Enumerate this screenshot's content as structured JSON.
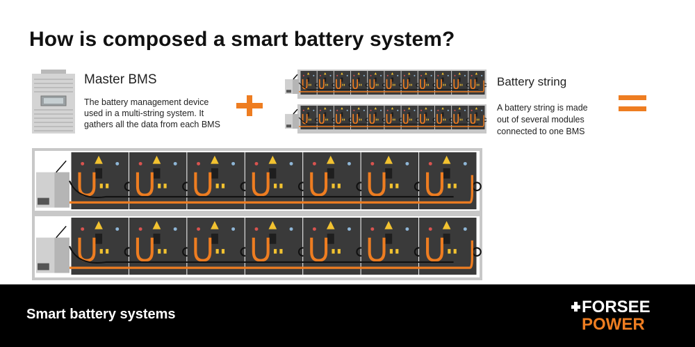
{
  "title": "How is composed a smart battery system?",
  "master_bms": {
    "title": "Master BMS",
    "description": "The battery management device used in a multi-string system. It gathers all the data from each BMS",
    "icon": "bms-device-icon"
  },
  "battery_string": {
    "title": "Battery string",
    "description": "A battery string is made out of several modules connected to one BMS",
    "icon": "battery-string-icon"
  },
  "operators": {
    "plus": "plus-icon",
    "equals": "equals-icon"
  },
  "footer": {
    "text": "Smart battery systems"
  },
  "logo": {
    "line1": "FORSEE",
    "line2": "POWER",
    "icon": "forsee-power-logo"
  },
  "colors": {
    "accent": "#ee7d21",
    "footer_bg": "#000000",
    "module": "#3a3a3a",
    "rack": "#c8c8c8"
  }
}
